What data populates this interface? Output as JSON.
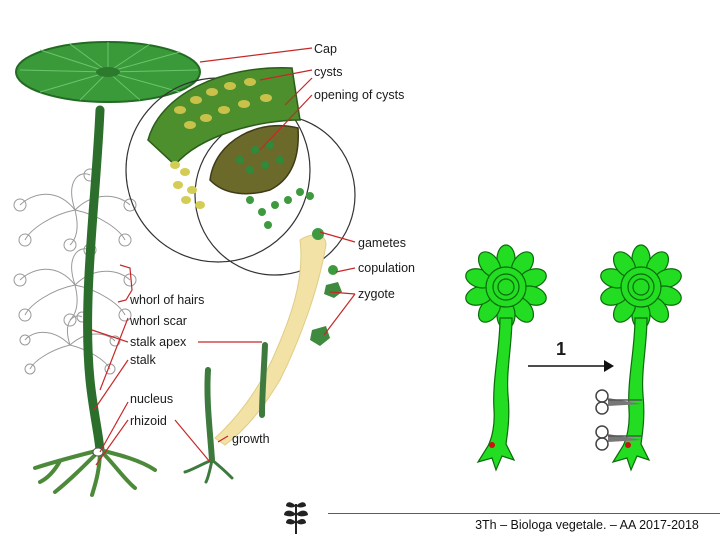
{
  "colors": {
    "cap_green": "#3a9a3a",
    "stalk_green": "#2c6e2c",
    "bright_green": "#22dd22",
    "label_line_red": "#c62828",
    "cytoplasm_beige": "#f2e2a6",
    "footer_rule": "#2e7d32"
  },
  "labels": {
    "cap": "Cap",
    "cysts": "cysts",
    "opening_of_cysts": "opening of cysts",
    "gametes": "gametes",
    "copulation": "copulation",
    "zygote": "zygote",
    "whorl_of_hairs": "whorl of hairs",
    "whorl_scar": "whorl scar",
    "stalk_apex": "stalk apex",
    "stalk": "stalk",
    "nucleus": "nucleus",
    "rhizoid": "rhizoid",
    "growth": "growth"
  },
  "experiment": {
    "step_label": "1",
    "cut_tool_icon": "scissors-icon"
  },
  "footer": {
    "text": "3Th – Biologa vegetale. – AA 2017-2018",
    "logo_icon": "leaf-sprig-icon"
  }
}
